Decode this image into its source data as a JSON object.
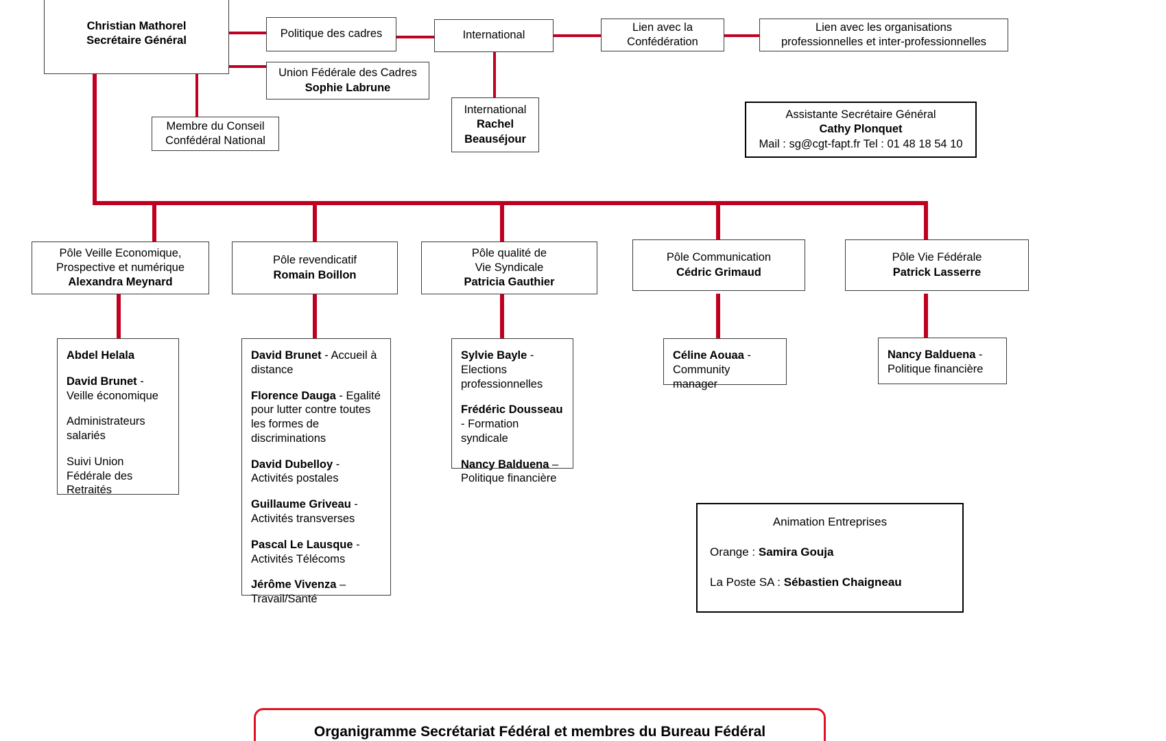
{
  "document": {
    "title": "Organigramme Secrétariat Fédéral et membres du Bureau Fédéral",
    "accent_color": "#c00020",
    "banner_border_color": "#e01122",
    "box_border_color": "#3a3a3a"
  },
  "top": {
    "secretary_general": {
      "name": "Christian Mathorel",
      "role": "Secrétaire Général"
    },
    "politique_cadres": {
      "label": "Politique des cadres"
    },
    "international_top": {
      "label": "International"
    },
    "lien_confederation": {
      "line1": "Lien avec la",
      "line2": "Confédération"
    },
    "lien_organisations": {
      "line1": "Lien avec les organisations",
      "line2": "professionnelles et inter-professionnelles"
    },
    "union_federale_cadres": {
      "label": "Union Fédérale des Cadres",
      "name": "Sophie Labrune"
    },
    "membre_conseil": {
      "line1": "Membre du Conseil",
      "line2": "Confédéral National"
    },
    "international_person": {
      "label": "International",
      "name_line1": "Rachel",
      "name_line2": "Beauséjour"
    },
    "assistante": {
      "role": "Assistante Secrétaire Général",
      "name": "Cathy Plonquet",
      "contact": "Mail : sg@cgt-fapt.fr Tel : 01 48  18 54 10"
    }
  },
  "poles": [
    {
      "id": "veille",
      "title_line1": "Pôle Veille Economique,",
      "title_line2": "Prospective et numérique",
      "lead": "Alexandra Meynard"
    },
    {
      "id": "revendicatif",
      "title_line1": "Pôle revendicatif",
      "title_line2": "",
      "lead": "Romain Boillon"
    },
    {
      "id": "qualite",
      "title_line1": "Pôle qualité de",
      "title_line2": "Vie Syndicale",
      "lead": "Patricia Gauthier"
    },
    {
      "id": "communication",
      "title_line1": "Pôle Communication",
      "title_line2": "",
      "lead": "Cédric Grimaud"
    },
    {
      "id": "vie-federale",
      "title_line1": "Pôle Vie Fédérale",
      "title_line2": "",
      "lead": "Patrick Lasserre"
    }
  ],
  "details": {
    "veille": [
      {
        "name": "Abdel Helala",
        "desc": ""
      },
      {
        "name": "David Brunet",
        "desc": " - Veille économique"
      },
      {
        "name": "",
        "desc": "Administrateurs salariés"
      },
      {
        "name": "",
        "desc": "Suivi Union Fédérale des Retraités"
      }
    ],
    "revendicatif": [
      {
        "name": "David Brunet",
        "desc": " - Accueil à distance"
      },
      {
        "name": "Florence Dauga",
        "desc": " - Egalité pour lutter contre toutes les formes de discriminations"
      },
      {
        "name": "David Dubelloy",
        "desc": " - Activités postales"
      },
      {
        "name": "Guillaume Griveau",
        "desc": " - Activités transverses"
      },
      {
        "name": "Pascal Le Lausque",
        "desc": " - Activités Télécoms"
      },
      {
        "name": "Jérôme Vivenza",
        "desc": " – Travail/Santé"
      }
    ],
    "qualite": [
      {
        "name": "Sylvie Bayle",
        "desc": "  - Elections professionnelles"
      },
      {
        "name": "Frédéric Dousseau",
        "desc": "  - Formation syndicale"
      },
      {
        "name": "Nancy Balduena",
        "desc": " – Politique financière"
      }
    ],
    "communication": [
      {
        "name": "Céline Aouaa",
        "desc": "  - Community manager"
      }
    ],
    "vie-federale": [
      {
        "name": "Nancy Balduena",
        "desc": "  - Politique financière"
      }
    ]
  },
  "animation": {
    "title": "Animation Entreprises",
    "rows": [
      {
        "label": "Orange : ",
        "name": "Samira Gouja"
      },
      {
        "label": "La Poste SA : ",
        "name": "Sébastien Chaigneau"
      }
    ]
  }
}
